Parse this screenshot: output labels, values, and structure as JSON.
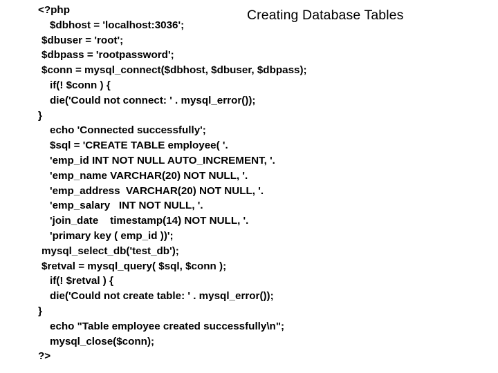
{
  "slide": {
    "title": "Creating Database Tables",
    "background_color": "#ffffff",
    "text_color": "#000000"
  },
  "code": {
    "language": "php",
    "lines": [
      {
        "text": "<?php",
        "indent": 0
      },
      {
        "text": "$dbhost = 'localhost:3036';",
        "indent": 2
      },
      {
        "text": "$dbuser = 'root';",
        "indent": 1
      },
      {
        "text": "$dbpass = 'rootpassword';",
        "indent": 1
      },
      {
        "text": "$conn = mysql_connect($dbhost, $dbuser, $dbpass);",
        "indent": 1
      },
      {
        "text": "if(! $conn ) {",
        "indent": 2
      },
      {
        "text": "die('Could not connect: ' . mysql_error());",
        "indent": 2
      },
      {
        "text": "}",
        "indent": 0
      },
      {
        "text": "echo 'Connected successfully';",
        "indent": 2
      },
      {
        "text": "$sql = 'CREATE TABLE employee( '.",
        "indent": 2
      },
      {
        "text": "'emp_id INT NOT NULL AUTO_INCREMENT, '.",
        "indent": 2
      },
      {
        "text": "'emp_name VARCHAR(20) NOT NULL, '.",
        "indent": 2
      },
      {
        "text": "'emp_address  VARCHAR(20) NOT NULL, '.",
        "indent": 2
      },
      {
        "text": "'emp_salary   INT NOT NULL, '.",
        "indent": 2
      },
      {
        "text": "'join_date    timestamp(14) NOT NULL, '.",
        "indent": 2
      },
      {
        "text": "'primary key ( emp_id ))';",
        "indent": 2
      },
      {
        "text": "mysql_select_db('test_db');",
        "indent": 1
      },
      {
        "text": "$retval = mysql_query( $sql, $conn );",
        "indent": 1
      },
      {
        "text": "if(! $retval ) {",
        "indent": 2
      },
      {
        "text": "die('Could not create table: ' . mysql_error());",
        "indent": 2
      },
      {
        "text": "}",
        "indent": 0
      },
      {
        "text": "echo \"Table employee created successfully\\n\";",
        "indent": 2
      },
      {
        "text": "mysql_close($conn);",
        "indent": 2
      },
      {
        "text": "?>",
        "indent": 0
      }
    ]
  }
}
